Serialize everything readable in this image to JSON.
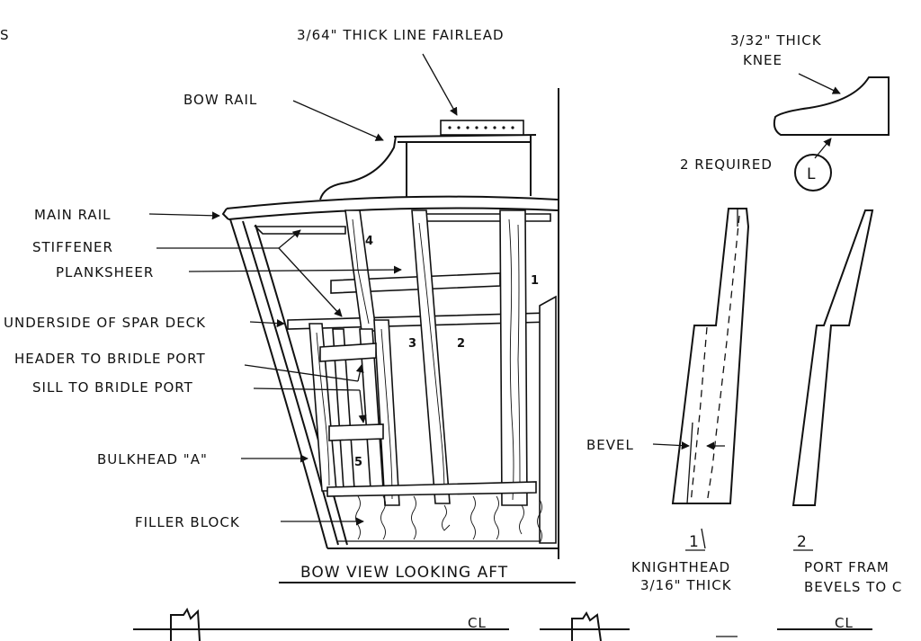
{
  "labels": {
    "corner_fragment": "S",
    "fairlead": "3/64\" THICK LINE FAIRLEAD",
    "bow_rail": "BOW RAIL",
    "main_rail": "MAIN RAIL",
    "stiffener": "STIFFENER",
    "planksheer": "PLANKSHEER",
    "underside_spar_deck": "UNDERSIDE OF SPAR DECK",
    "header_bridle_port": "HEADER TO BRIDLE PORT",
    "sill_bridle_port": "SILL TO BRIDLE PORT",
    "bulkhead_a": "BULKHEAD \"A\"",
    "filler_block": "FILLER BLOCK",
    "view_title": "BOW VIEW LOOKING AFT",
    "knee_line1": "3/32\" THICK",
    "knee_line2": "KNEE",
    "two_required": "2 REQUIRED",
    "callout_letter": "L",
    "bevel": "BEVEL",
    "part1_number": "1",
    "part1_line1": "KNIGHTHEAD",
    "part1_line2": "3/16\" THICK",
    "part2_number": "2",
    "part2_line1": "PORT FRAM",
    "part2_line2": "BEVELS TO C",
    "centerline_1": "CL",
    "centerline_2": "CL"
  },
  "frame_numbers": [
    "1",
    "2",
    "3",
    "4",
    "5"
  ]
}
